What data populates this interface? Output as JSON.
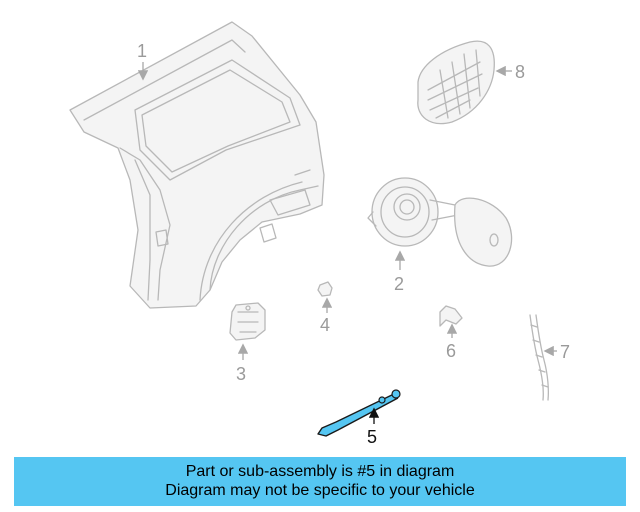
{
  "banner": {
    "line1": "Part or sub-assembly is #5 in diagram",
    "line2": "Diagram may not be specific to your vehicle"
  },
  "callouts": [
    "1",
    "2",
    "3",
    "4",
    "5",
    "6",
    "7",
    "8"
  ],
  "highlighted_part": "5",
  "colors": {
    "banner_background": "#55c6f2",
    "highlight": "#55c6f2",
    "part_outline": "#b8b8b8"
  }
}
